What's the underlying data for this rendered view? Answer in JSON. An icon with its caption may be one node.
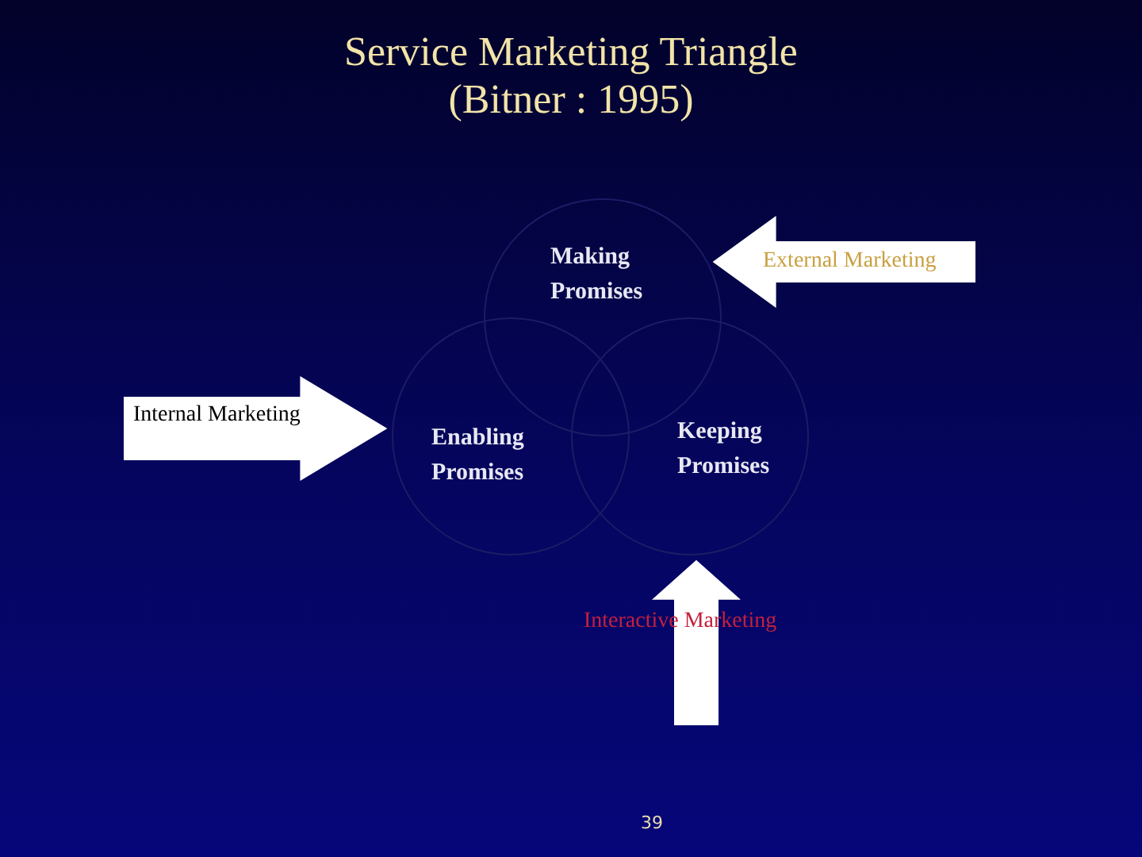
{
  "diagram": {
    "title": "Service Marketing Triangle (Bitner : 1995)",
    "nodes": [
      {
        "text": [
          "Making Promises"
        ]
      },
      {
        "text": [
          "Enabling Promises"
        ]
      },
      {
        "text": [
          "Keeping Promises"
        ]
      }
    ],
    "edges": [
      {
        "from": null,
        "to": 1,
        "arrow": "to",
        "label": "Internal Marketing",
        "style": "thick"
      },
      {
        "from": null,
        "to": 0,
        "arrow": "to",
        "label": "External Marketing",
        "style": "thick"
      },
      {
        "from": null,
        "to": 2,
        "arrow": "to",
        "label": "Interactive Marketing",
        "style": "thick"
      }
    ],
    "labels": [
      "39"
    ]
  }
}
